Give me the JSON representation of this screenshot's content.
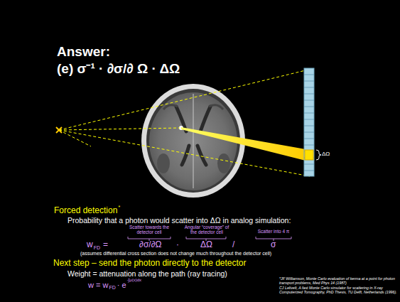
{
  "diagram": {
    "title": "Answer:",
    "labels": [
      "(e) σ⁻¹ · ∂σ/∂ Ω · ΔΩ",
      "ΔΩ",
      "Forced detection",
      "*",
      "Probability that a photon would scatter into ΔΩ in analog simulation:",
      "Scatter towards the detector cell",
      "Angular “coverage” of the detector cell",
      "Scatter into 4 π",
      "w",
      "FD",
      "=",
      "∂σ/∂Ω",
      "·",
      "ΔΩ",
      "/",
      "σ",
      "(assumes differential cross section does not change much throughout the detector cell)",
      "Next step – send the photon directly to the detector",
      "Weight = attenuation along the path (ray tracing)",
      "w = w",
      "FD",
      "· e",
      "-∫μ(x)dx",
      "*JF Williamson, Monte Carlo evaluation of kerma at a point for photon transport problems, Med Phys 14 (1987)",
      "CJ Lelivelt, A fast Monte Carlo simulator for scattering in X-ray Computerized Tomography, PhD Thesis, TU Delft, Netherlands (1996)."
    ]
  }
}
